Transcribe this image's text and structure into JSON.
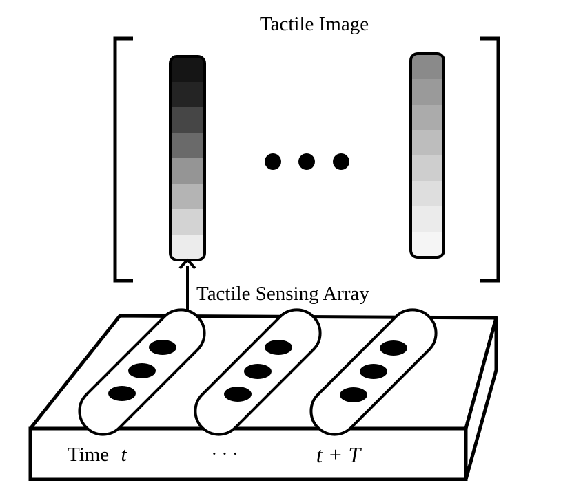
{
  "title": "Tactile Image",
  "sensing_label": "Tactile Sensing Array",
  "time_start_label": "Time",
  "time_start_var": "t",
  "time_ellipsis": "· · ·",
  "time_end_label": "t + T",
  "matrix_ellipsis": "dots",
  "columns": [
    {
      "name": "first-column",
      "cells": [
        "#151515",
        "#242424",
        "#464646",
        "#6a6a6a",
        "#959595",
        "#b4b4b4",
        "#d3d3d3",
        "#ececec"
      ]
    },
    {
      "name": "last-column",
      "cells": [
        "#8a8a8a",
        "#9a9a9a",
        "#ababab",
        "#bdbdbd",
        "#cecece",
        "#dedede",
        "#ebebeb",
        "#f5f5f5"
      ]
    }
  ],
  "pads": [
    {
      "name": "pad-time-t",
      "dots": 3
    },
    {
      "name": "pad-middle",
      "dots": 3
    },
    {
      "name": "pad-time-t-plus-T",
      "dots": 3
    }
  ]
}
